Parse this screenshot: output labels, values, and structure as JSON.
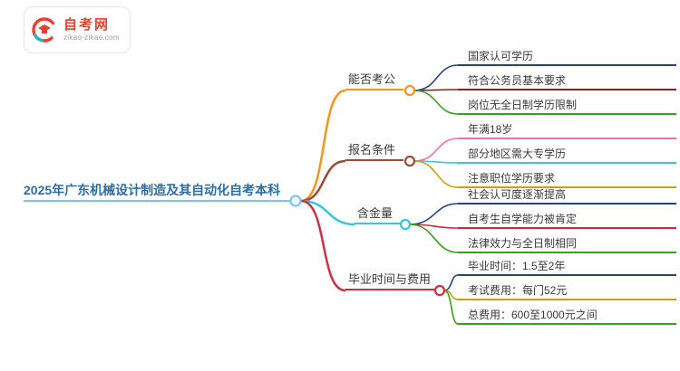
{
  "logo": {
    "title": "自考网",
    "subtitle": "zikao-zikao.com",
    "brand_red": "#e8402f",
    "brand_teal": "#2bb3c0"
  },
  "root": {
    "label": "2025年广东机械设计制造及其自动化自考本科",
    "color": "#2e6da4",
    "line_color": "#7ac6e8"
  },
  "branches": [
    {
      "label": "能否考公",
      "color": "#f7941d",
      "children": [
        {
          "label": "国家认可学历",
          "color": "#24408e"
        },
        {
          "label": "符合公务员基本要求",
          "color": "#8e2323"
        },
        {
          "label": "岗位无全日制学历限制",
          "color": "#3c9e1e"
        }
      ]
    },
    {
      "label": "报名条件",
      "color": "#9c4a3c",
      "children": [
        {
          "label": "年满18岁",
          "color": "#f06eaa"
        },
        {
          "label": "部分地区需大专学历",
          "color": "#35c8d9"
        },
        {
          "label": "注意职位学历要求",
          "color": "#c9a011"
        }
      ]
    },
    {
      "label": "含金量",
      "color": "#35c8d9",
      "children": [
        {
          "label": "社会认可度逐渐提高",
          "color": "#24408e"
        },
        {
          "label": "自考生自学能力被肯定",
          "color": "#cc2a3f"
        },
        {
          "label": "法律效力与全日制相同",
          "color": "#3c9e1e"
        }
      ]
    },
    {
      "label": "毕业时间与费用",
      "color": "#d02f45",
      "children": [
        {
          "label": "毕业时间：1.5至2年",
          "color": "#24408e"
        },
        {
          "label": "考试费用：每门52元",
          "color": "#c9a011"
        },
        {
          "label": "总费用：600至1000元之间",
          "color": "#3c9e1e"
        }
      ]
    }
  ]
}
